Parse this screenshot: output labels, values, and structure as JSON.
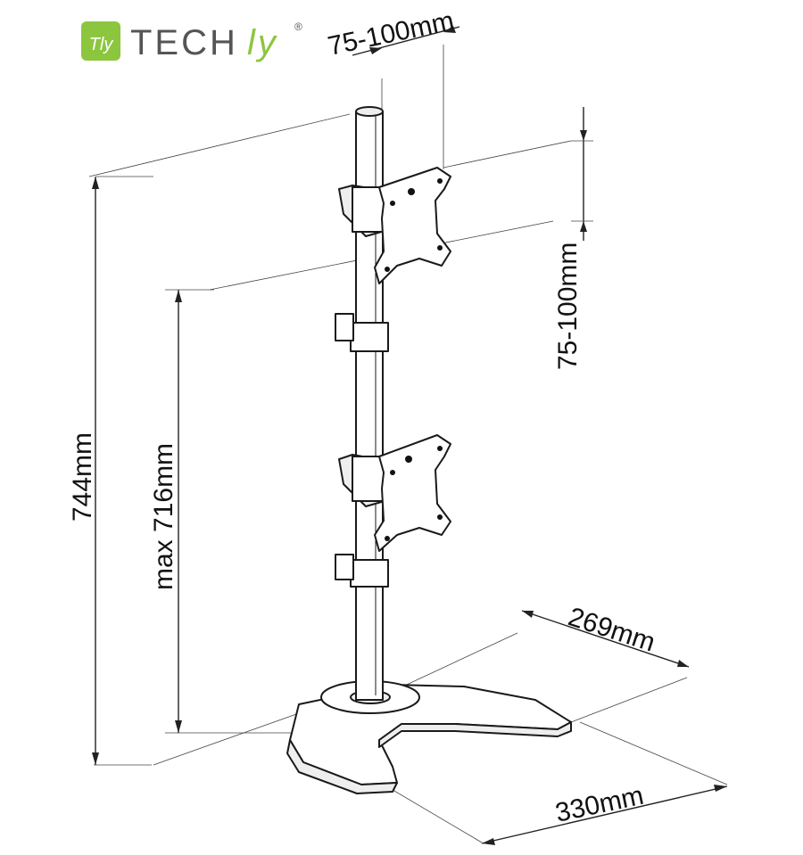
{
  "brand": {
    "logo_mark": "Tly",
    "name_main": "TECH",
    "name_accent": "ly",
    "registered": "®",
    "accent_color": "#8cc63f",
    "text_color": "#555555"
  },
  "dimensions": {
    "vesa_horizontal": "75-100mm",
    "vesa_vertical": "75-100mm",
    "total_height": "744mm",
    "max_height": "max 716mm",
    "base_depth": "269mm",
    "base_width": "330mm"
  }
}
